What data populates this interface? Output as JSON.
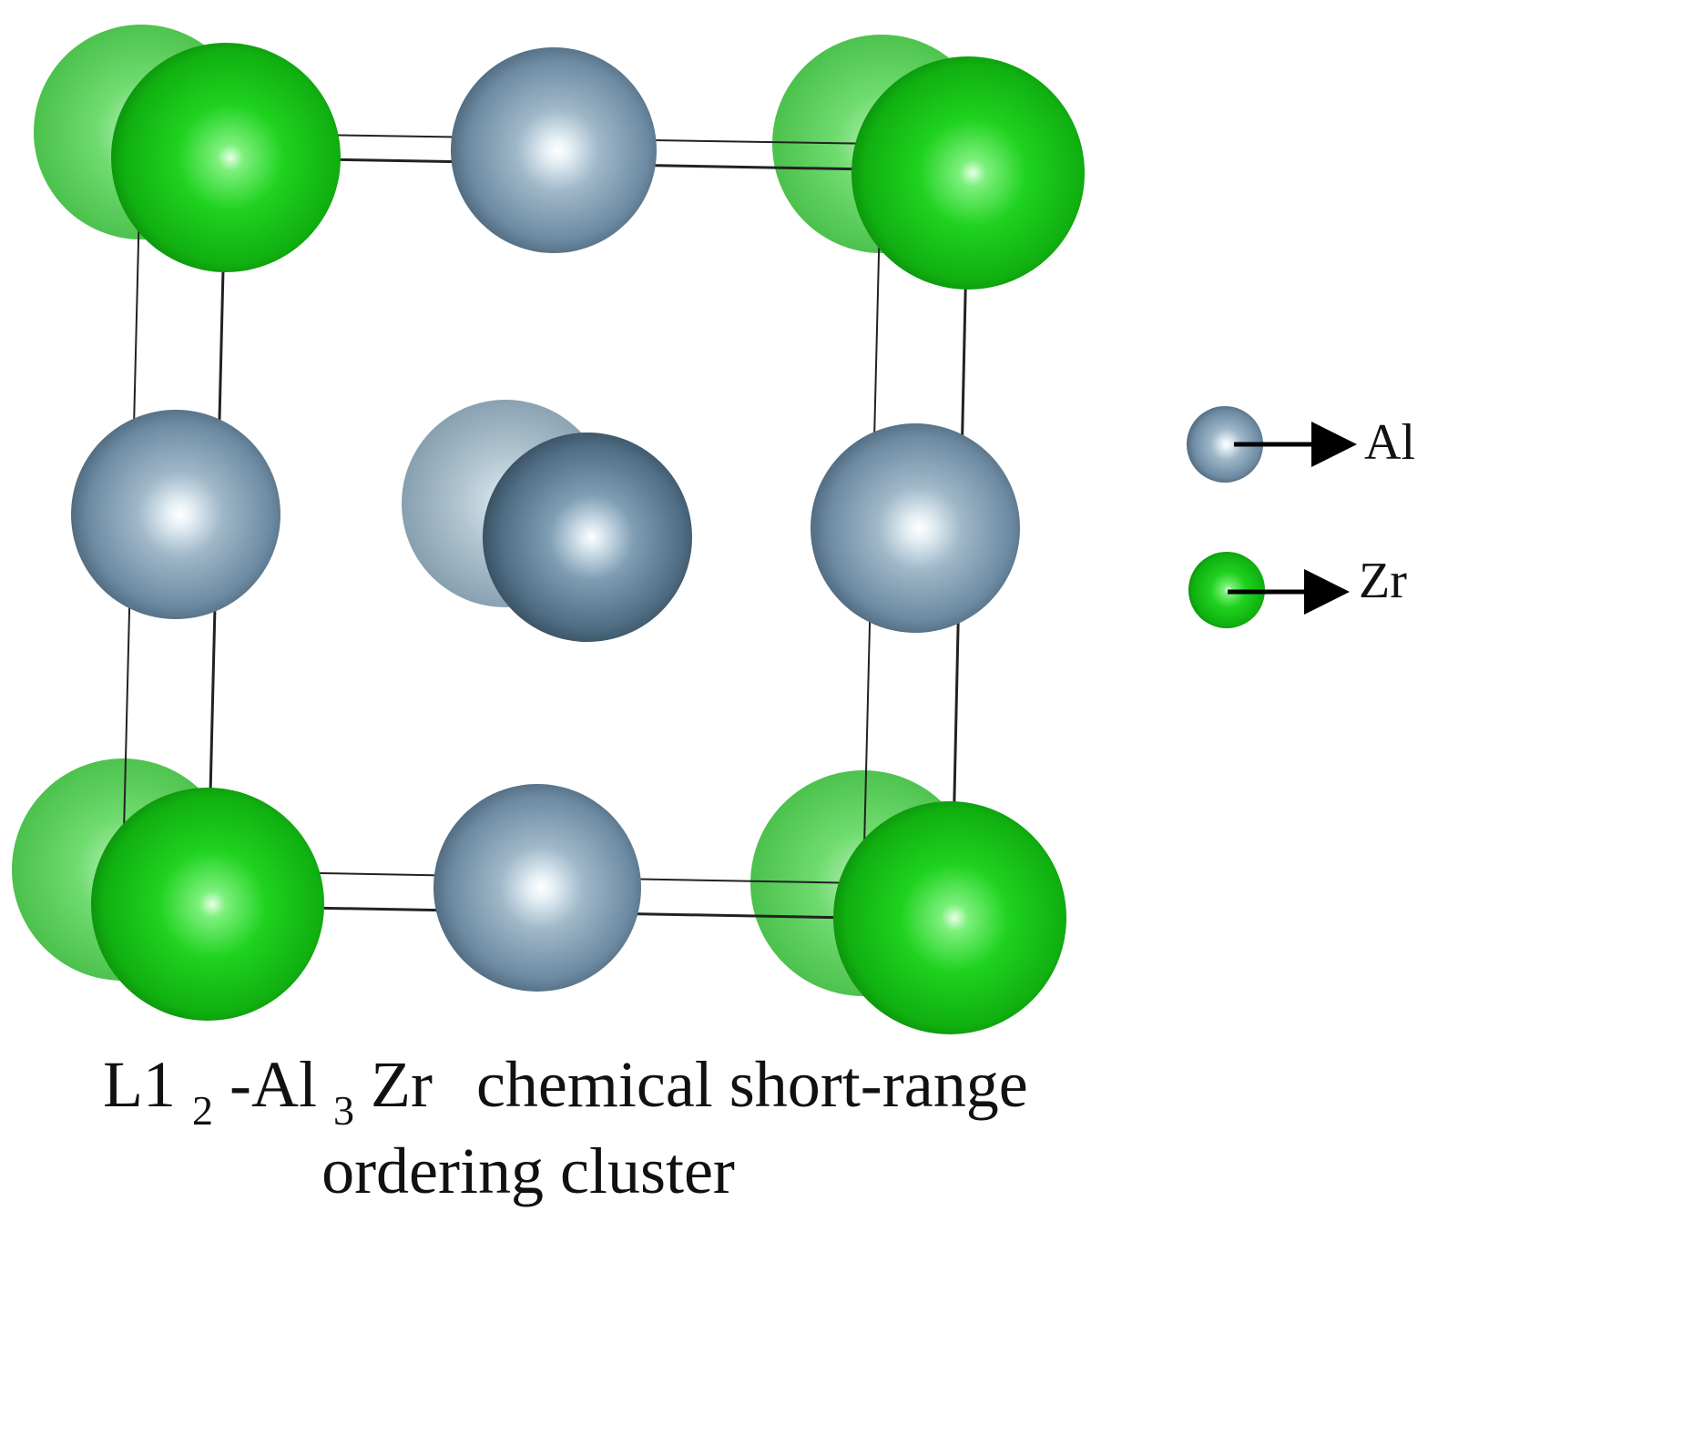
{
  "diagram": {
    "structure": "L1₂ crystal unit cell, perspective view",
    "colors": {
      "al": "#6f8ea6",
      "al_back": "#9ab3c3",
      "zr": "#18c818",
      "zr_back": "#5fd25f",
      "cell_edges": "#222222",
      "arrow": "#000000"
    }
  },
  "legend": {
    "items": [
      {
        "element": "Al",
        "label": "Al",
        "icon": "al-atom-icon"
      },
      {
        "element": "Zr",
        "label": "Zr",
        "icon": "zr-atom-icon"
      }
    ]
  },
  "caption": {
    "line1": {
      "formula_L": "L1",
      "formula_sub1": "2",
      "formula_mid": "-Al",
      "formula_sub2": "3",
      "formula_end": "Zr",
      "rest": "chemical short-range"
    },
    "line2": "ordering cluster"
  }
}
